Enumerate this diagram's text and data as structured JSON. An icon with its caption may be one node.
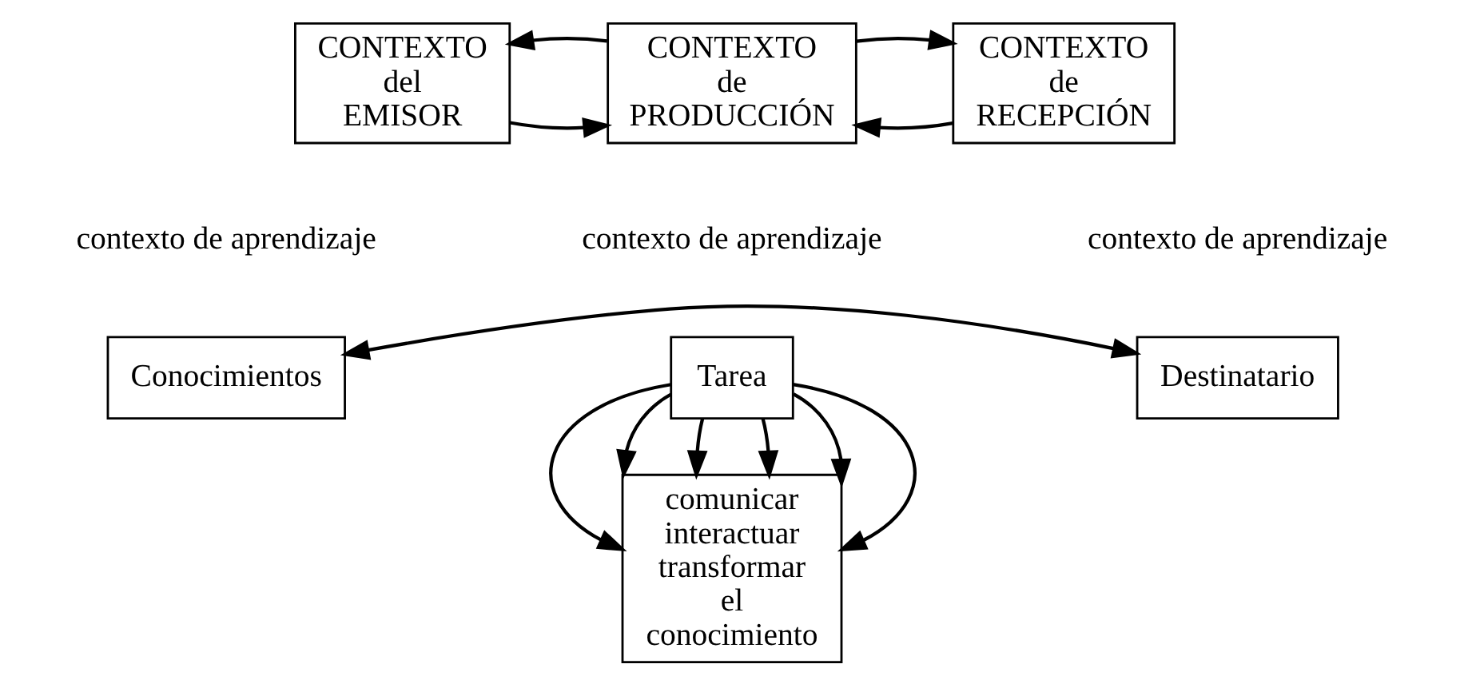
{
  "diagram": {
    "nodes": [
      {
        "text": [
          "CONTEXTO del EMISOR"
        ]
      },
      {
        "text": [
          "CONTEXTO de PRODUCCIÓN"
        ]
      },
      {
        "text": [
          "CONTEXTO de RECEPCIÓN"
        ]
      },
      {
        "text": [
          "Conocimientos"
        ]
      },
      {
        "text": [
          "Tarea"
        ]
      },
      {
        "text": [
          "Destinatario"
        ]
      },
      {
        "text": [
          "comunicar interactuar transformar el conocimiento"
        ]
      }
    ],
    "edges": [
      {
        "from": 0,
        "to": 1,
        "arrow": "to"
      },
      {
        "from": 1,
        "to": 0,
        "arrow": "to"
      },
      {
        "from": 2,
        "to": 1,
        "arrow": "to"
      },
      {
        "from": 1,
        "to": 2,
        "arrow": "to"
      },
      {
        "from": 4,
        "to": 6,
        "arrow": "to"
      },
      {
        "from": 4,
        "to": 6,
        "arrow": "to"
      },
      {
        "from": 4,
        "to": 6,
        "arrow": "to"
      },
      {
        "from": 4,
        "to": 6,
        "arrow": "to"
      },
      {
        "from": 4,
        "to": 6,
        "arrow": "to"
      },
      {
        "from": 4,
        "to": 6,
        "arrow": "to"
      },
      {
        "from": 3,
        "to": 5,
        "arrow": "both"
      }
    ],
    "labels": [
      "contexto de aprendizaje",
      "contexto de aprendizaje",
      "contexto de aprendizaje"
    ]
  }
}
